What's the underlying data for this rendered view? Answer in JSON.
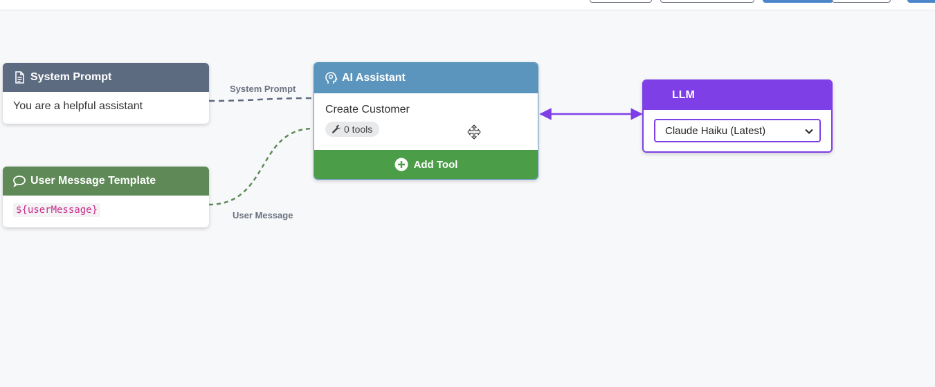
{
  "nodes": {
    "system_prompt": {
      "title": "System Prompt",
      "icon": "document-icon",
      "text": "You are a helpful assistant"
    },
    "user_message_template": {
      "title": "User Message Template",
      "icon": "chat-bubble-icon",
      "code": "${userMessage}"
    },
    "ai_assistant": {
      "title": "AI Assistant",
      "icon": "brain-head-icon",
      "name": "Create Customer",
      "tools_badge": "0 tools",
      "add_tool_label": "Add Tool"
    },
    "llm": {
      "title": "LLM",
      "selected_model": "Claude Haiku (Latest)"
    }
  },
  "edges": {
    "system_prompt_label": "System Prompt",
    "user_message_label": "User Message"
  },
  "colors": {
    "system_header": "#5d6b80",
    "user_header": "#5f8a58",
    "ai_header": "#5b95bd",
    "add_tool": "#4b9e47",
    "llm_accent": "#7e3fe6"
  }
}
